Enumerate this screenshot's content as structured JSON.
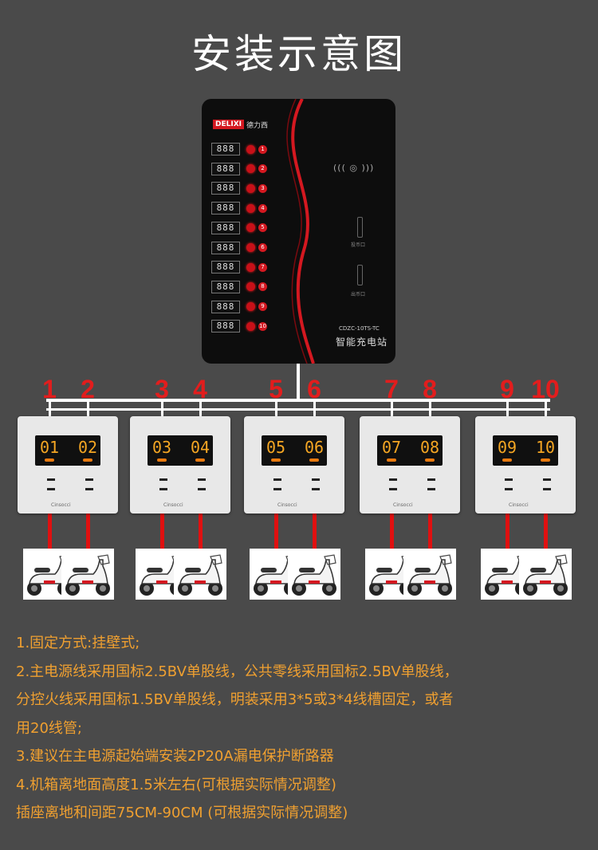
{
  "title": "安装示意图",
  "station": {
    "brand_logo": "DELIXI",
    "brand_cn": "德力西",
    "display_value": "888",
    "channels": [
      "1",
      "2",
      "3",
      "4",
      "5",
      "6",
      "7",
      "8",
      "9",
      "10"
    ],
    "model": "CDZC-10TS-TC",
    "name_cn": "智能充电站",
    "slot1_label": "投币口",
    "slot2_label": "出币口",
    "rfid_label": "((( ◎ )))"
  },
  "ports": [
    "1",
    "2",
    "3",
    "4",
    "5",
    "6",
    "7",
    "8",
    "9",
    "10"
  ],
  "sockets": [
    {
      "left": "01",
      "right": "02",
      "brand": "Cinsocci"
    },
    {
      "left": "03",
      "right": "04",
      "brand": "Cinsocci"
    },
    {
      "left": "05",
      "right": "06",
      "brand": "Cinsocci"
    },
    {
      "left": "07",
      "right": "08",
      "brand": "Cinsocci"
    },
    {
      "left": "09",
      "right": "10",
      "brand": "Cinsocci"
    }
  ],
  "notes": [
    "1.固定方式:挂壁式;",
    "2.主电源线采用国标2.5BV单股线，公共零线采用国标2.5BV单股线，",
    "分控火线采用国标1.5BV单股线，明装采用3*5或3*4线槽固定，或者",
    "用20线管;",
    "3.建议在主电源起始端安装2P20A漏电保护断路器",
    "4.机箱离地面高度1.5米左右(可根据实际情况调整)",
    "插座离地和间距75CM-90CM (可根据实际情况调整)"
  ],
  "colors": {
    "accent_red": "#e21d1d",
    "note_orange": "#f0a030",
    "background": "#4a4a4a"
  }
}
